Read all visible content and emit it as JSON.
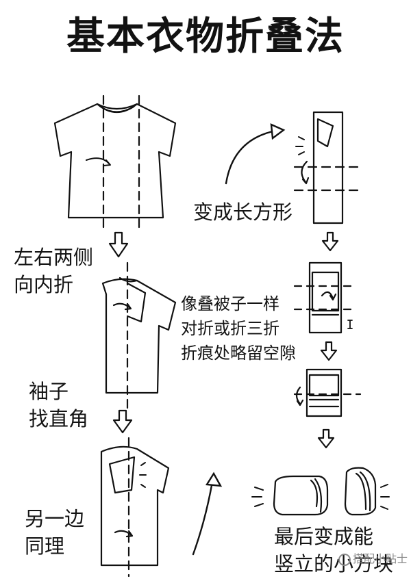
{
  "title": "基本衣物折叠法",
  "steps": {
    "step1": [
      "左右两侧",
      "向内折"
    ],
    "step2": [
      "袖子",
      "找直角"
    ],
    "step3": [
      "另一边",
      "同理"
    ],
    "step4": "变成长方形",
    "step5": [
      "像叠被子一样",
      "对折或折三折",
      "折痕处略留空隙"
    ],
    "step6": [
      "最后变成能",
      "竖立的小方块"
    ]
  },
  "watermark": "搭配小贴士",
  "icons": [
    "tshirt-illustration",
    "folded-shirt-illustration",
    "down-arrow-icon",
    "curved-arrow-icon",
    "fold-rotation-icon",
    "rolled-garment-illustration"
  ]
}
